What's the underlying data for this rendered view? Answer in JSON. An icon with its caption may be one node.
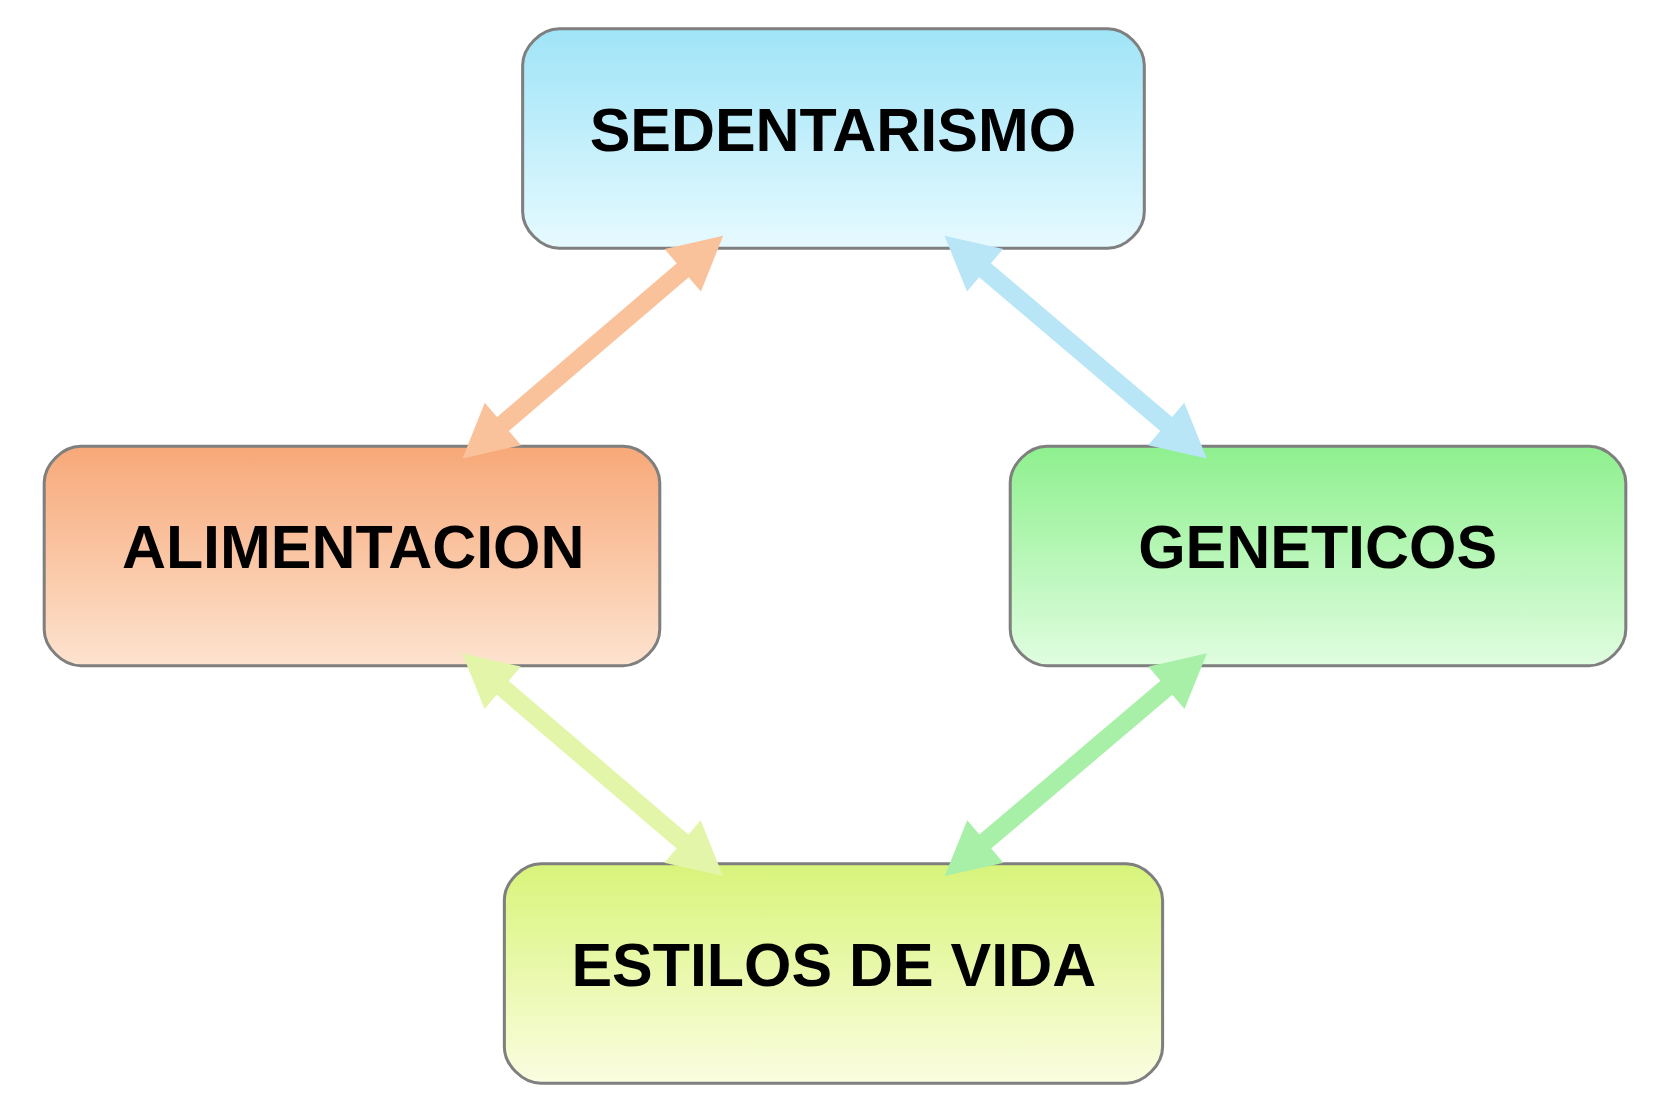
{
  "diagram": {
    "nodes": [
      {
        "text": [
          "SEDENTARISMO"
        ]
      },
      {
        "text": [
          "ALIMENTACION"
        ]
      },
      {
        "text": [
          "GENETICOS"
        ]
      },
      {
        "text": [
          "ESTILOS DE VIDA"
        ]
      }
    ],
    "edges": [
      {
        "from": 0,
        "to": 1,
        "arrow": "both",
        "color": "#f9c29a"
      },
      {
        "from": 0,
        "to": 2,
        "arrow": "both",
        "color": "#b8e6f7"
      },
      {
        "from": 1,
        "to": 3,
        "arrow": "both",
        "color": "#e2f5a8"
      },
      {
        "from": 2,
        "to": 3,
        "arrow": "both",
        "color": "#a8f0a8"
      }
    ]
  }
}
